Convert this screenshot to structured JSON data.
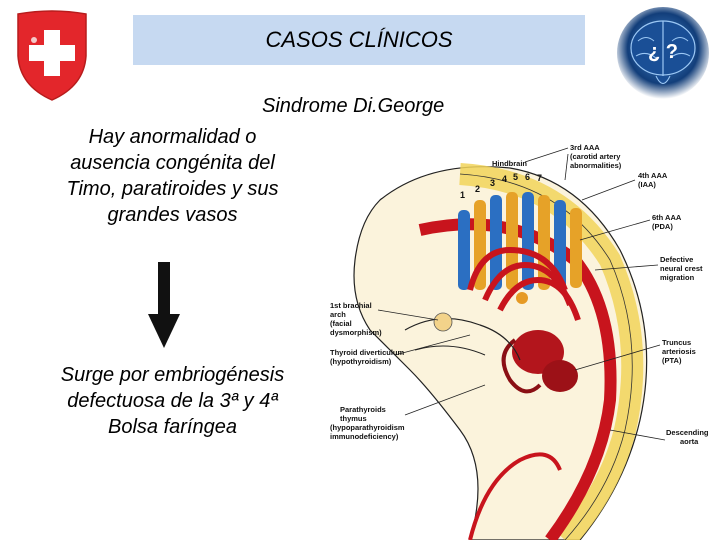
{
  "header": {
    "title": "CASOS CLÍNICOS"
  },
  "logo": {
    "name": "swiss-cross-shield",
    "color": "#e3262b"
  },
  "brain_icon": {
    "name": "brain-question-icon",
    "glyph": "¿ ?"
  },
  "main": {
    "syndrome_title": "Sindrome Di.George",
    "definition": [
      "Hay anormalidad o",
      "ausencia congénita del",
      "Timo, paratiroides y  sus",
      "grandes vasos"
    ],
    "cause": [
      "Surge por embriogénesis",
      "defectuosa de la 3ª y 4ª",
      "Bolsa faríngea"
    ]
  },
  "diagram": {
    "arch_numbers": [
      "1",
      "2",
      "3",
      "4",
      "5",
      "6",
      "7"
    ],
    "labels": {
      "hindbrain": "Hindbrain",
      "aaa3": [
        "3rd AAA",
        "(carotid artery",
        "abnormalities)"
      ],
      "aaa4": [
        "4th AAA",
        "(IAA)"
      ],
      "aaa6": [
        "6th AAA",
        "(PDA)"
      ],
      "neural_crest": [
        "Defective",
        "neural crest",
        "migration"
      ],
      "brachial_arch": [
        "1st brachial",
        "arch",
        "(facial",
        "dysmorphism)"
      ],
      "thyroid": [
        "Thyroid diverticulum",
        "(hypothyroidism)"
      ],
      "truncus": [
        "Truncus",
        "arteriosis",
        "(PTA)"
      ],
      "parathyroids": [
        "Parathyroids",
        "thymus",
        "(hypoparathyroidism",
        "immunodeficiency)"
      ],
      "aorta": [
        "Descending",
        "aorta"
      ]
    }
  }
}
